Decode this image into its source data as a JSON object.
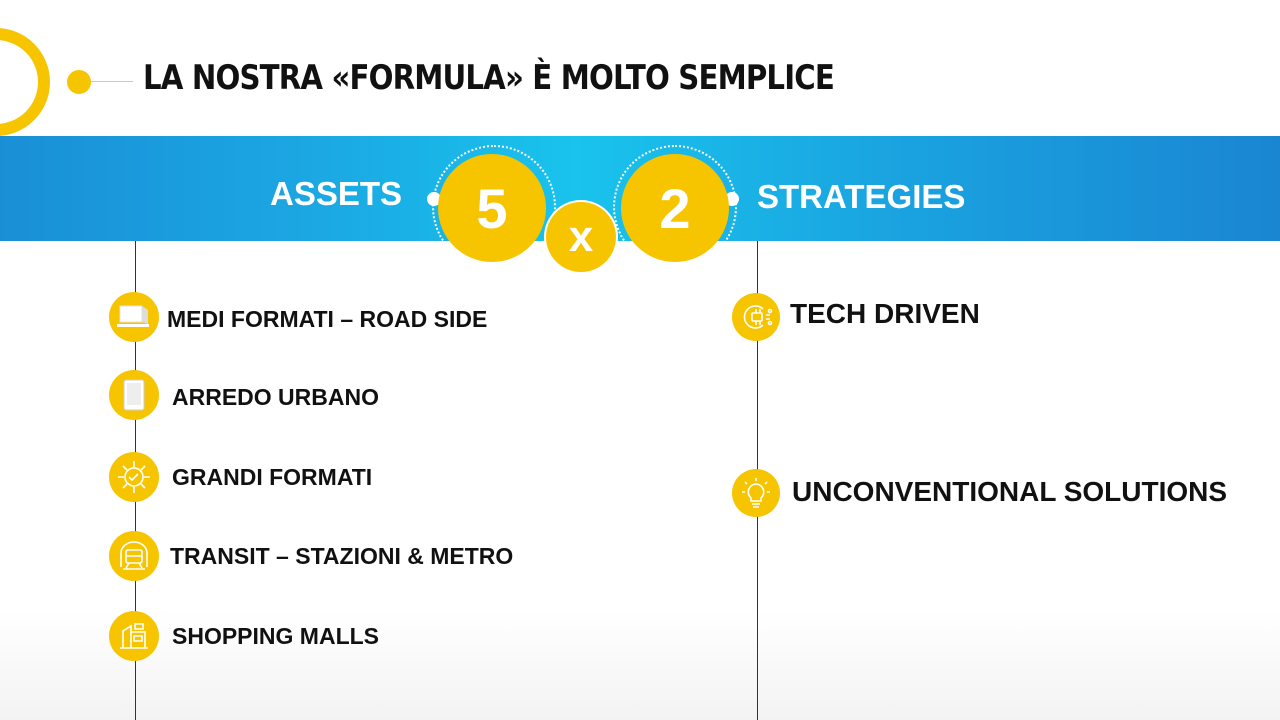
{
  "title": "LA NOSTRA «FORMULA» È MOLTO SEMPLICE",
  "banner": {
    "assets_label": "ASSETS",
    "assets_count": "5",
    "times": "x",
    "strategies_count": "2",
    "strategies_label": "STRATEGIES"
  },
  "assets": [
    {
      "label": "MEDI FORMATI – ROAD SIDE",
      "icon": "billboard-icon"
    },
    {
      "label": "ARREDO URBANO",
      "icon": "street-panel-icon"
    },
    {
      "label": "GRANDI FORMATI",
      "icon": "large-format-icon"
    },
    {
      "label": "TRANSIT – STAZIONI & METRO",
      "icon": "train-icon"
    },
    {
      "label": "SHOPPING MALLS",
      "icon": "mall-icon"
    }
  ],
  "strategies": [
    {
      "label": "TECH DRIVEN",
      "icon": "chip-icon"
    },
    {
      "label": "UNCONVENTIONAL SOLUTIONS",
      "icon": "lightbulb-icon"
    }
  ],
  "colors": {
    "accent": "#f7c400",
    "banner_blue": "#1ba8e3",
    "text": "#111111"
  }
}
